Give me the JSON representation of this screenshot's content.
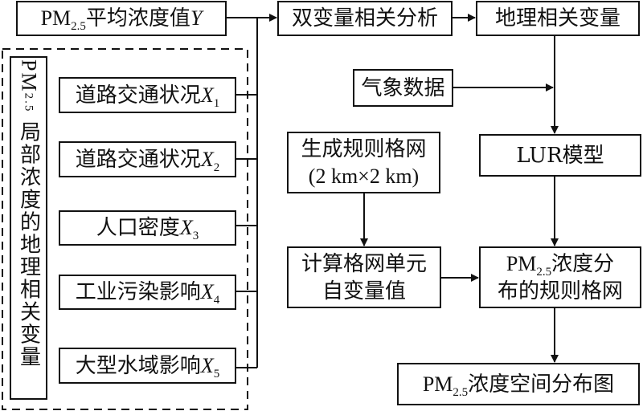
{
  "diagram": {
    "type": "flowchart",
    "nodes": {
      "pm_mean": {
        "prefix": "PM",
        "sub": "2.5",
        "text": "平均浓度值",
        "var": "Y"
      },
      "bivariate": {
        "text": "双变量相关分析"
      },
      "geo_vars": {
        "text": "地理相关变量"
      },
      "meteo": {
        "text": "气象数据"
      },
      "grid_gen": {
        "line1": "生成规则格网",
        "line2": "(2 km×2 km)"
      },
      "lur": {
        "text": "LUR模型"
      },
      "calc": {
        "line1": "计算格网单元",
        "line2": "自变量值"
      },
      "pm_grid": {
        "prefix": "PM",
        "sub": "2.5",
        "line1_rest": "浓度分",
        "line2": "布的规则格网"
      },
      "pm_map": {
        "prefix": "PM",
        "sub": "2.5",
        "text": "浓度空间分布图"
      },
      "group_label": {
        "prefix": "PM",
        "sub": "2.5",
        "text": "局部浓度的地理相关变量"
      },
      "factors": [
        {
          "text": "道路交通状况",
          "var": "X",
          "sub": "1"
        },
        {
          "text": "道路交通状况",
          "var": "X",
          "sub": "2"
        },
        {
          "text": "人口密度",
          "var": "X",
          "sub": "3"
        },
        {
          "text": "工业污染影响",
          "var": "X",
          "sub": "4"
        },
        {
          "text": "大型水域影响",
          "var": "X",
          "sub": "5"
        }
      ]
    },
    "edges": [
      [
        "pm_mean",
        "bivariate"
      ],
      [
        "factors",
        "bivariate"
      ],
      [
        "bivariate",
        "geo_vars"
      ],
      [
        "geo_vars",
        "lur"
      ],
      [
        "meteo",
        "lur"
      ],
      [
        "grid_gen",
        "calc"
      ],
      [
        "lur",
        "pm_grid"
      ],
      [
        "calc",
        "pm_grid"
      ],
      [
        "pm_grid",
        "pm_map"
      ]
    ]
  }
}
